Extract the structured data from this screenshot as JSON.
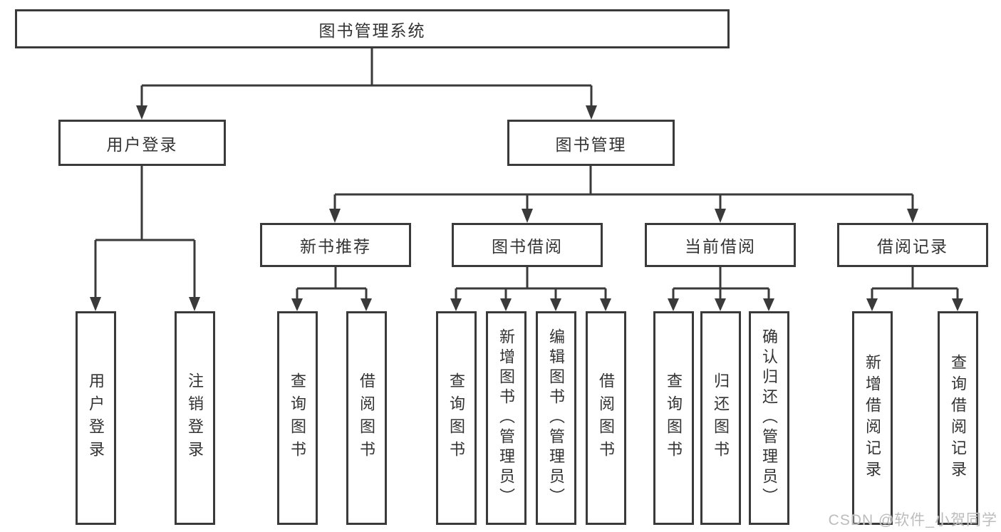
{
  "diagram": {
    "root": "图书管理系统",
    "branches": [
      {
        "label": "用户登录",
        "leaves": [
          "用户登录",
          "注销登录"
        ]
      },
      {
        "label": "图书管理",
        "subBranches": [
          {
            "label": "新书推荐",
            "leaves": [
              "查询图书",
              "借阅图书"
            ]
          },
          {
            "label": "图书借阅",
            "leaves": [
              "查询图书",
              "新增图书（管理员）",
              "编辑图书（管理员）",
              "借阅图书"
            ]
          },
          {
            "label": "当前借阅",
            "leaves": [
              "查询图书",
              "归还图书",
              "确认归还（管理员）"
            ]
          },
          {
            "label": "借阅记录",
            "leaves": [
              "新增借阅记录",
              "查询借阅记录"
            ]
          }
        ]
      }
    ]
  },
  "watermark": "CSDN @软件_小贺同学",
  "colors": {
    "line": "#3a3a3a",
    "text": "#333333",
    "watermark": "#bcbcbc",
    "background": "#ffffff"
  }
}
